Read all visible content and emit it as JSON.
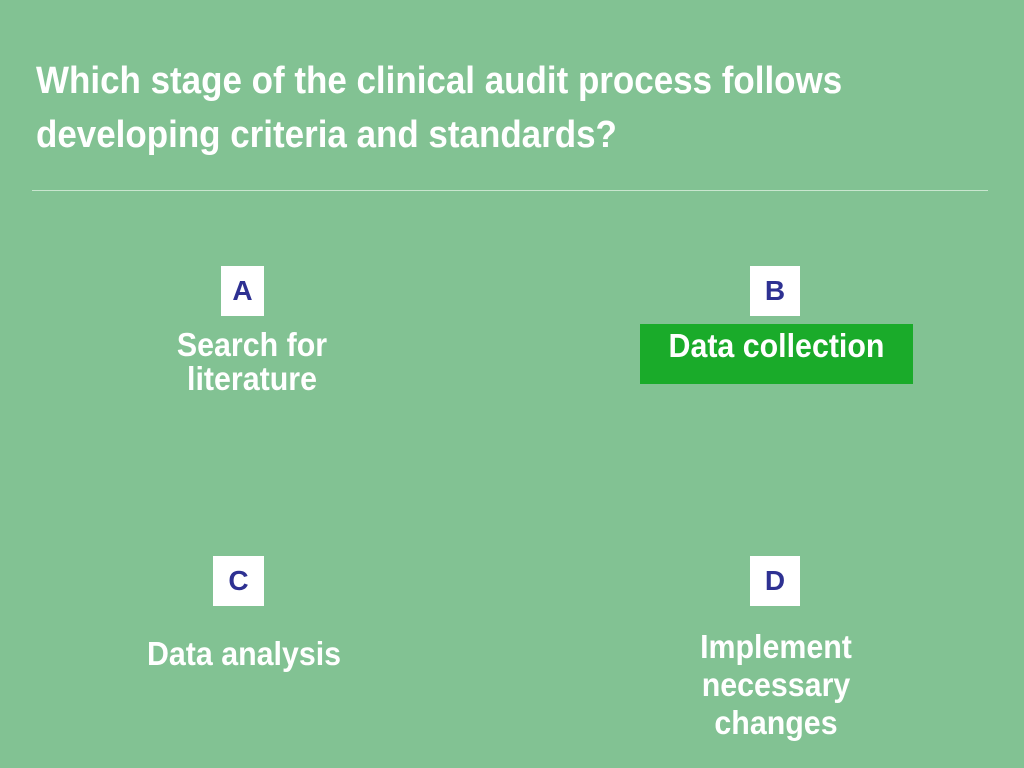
{
  "question": {
    "text": "Which stage of the clinical audit process follows developing criteria and standards?"
  },
  "options": [
    {
      "letter": "A",
      "label": "Search for literature",
      "selected": false
    },
    {
      "letter": "B",
      "label": "Data collection",
      "selected": true
    },
    {
      "letter": "C",
      "label": "Data analysis",
      "selected": false
    },
    {
      "letter": "D",
      "label": "Implement necessary changes",
      "selected": false
    }
  ],
  "colors": {
    "background": "#82c293",
    "selected_highlight": "#1aab2a",
    "letter_text": "#2e3192",
    "answer_text": "#ffffff"
  }
}
